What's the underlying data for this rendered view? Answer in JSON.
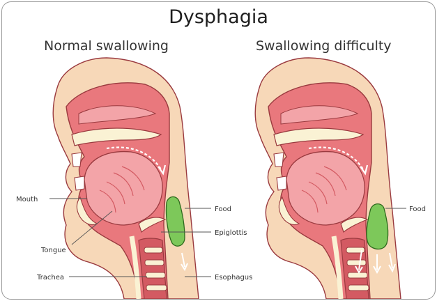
{
  "title": "Dysphagia",
  "panels": [
    {
      "heading": "Normal swallowing",
      "labels": {
        "mouth": "Mouth",
        "tongue": "Tongue",
        "trachea": "Trachea",
        "food": "Food",
        "epiglottis": "Epiglottis",
        "esophagus": "Esophagus"
      }
    },
    {
      "heading": "Swallowing difficulty",
      "labels": {
        "food": "Food"
      }
    }
  ],
  "colors": {
    "skin": "#f7d8b8",
    "tissue": "#e9787d",
    "tissue_dark": "#d35a62",
    "tongue": "#f3a4a8",
    "bone": "#faf2d4",
    "food": "#7dc85a",
    "outline": "#9a3a3f"
  }
}
